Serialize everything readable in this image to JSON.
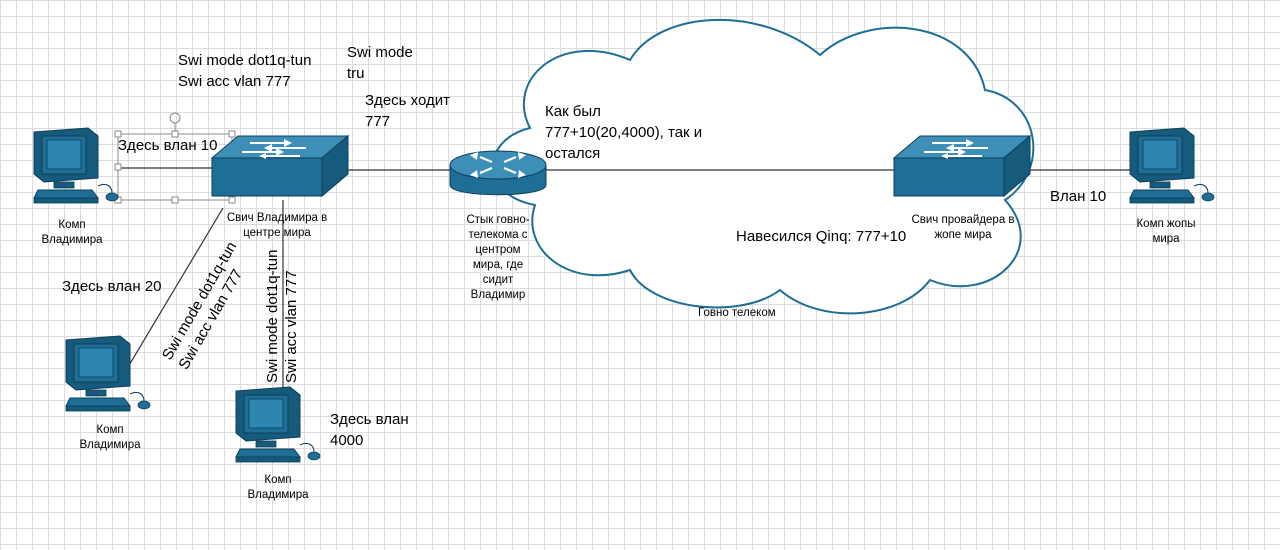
{
  "colors": {
    "device_body": "#1e6e95",
    "device_top": "#3d8fb7",
    "device_side": "#165a7c",
    "device_outline": "#0c3f5a",
    "link": "#333333",
    "cloud_stroke": "#1e6e95",
    "grid": "#dcdcdc"
  },
  "icons": {
    "pc": "computer-icon",
    "switch": "switch-icon",
    "router": "router-icon",
    "cloud": "cloud-icon"
  },
  "labels": {
    "cfg_top": "Swi mode dot1q-tun\nSwi acc vlan 777",
    "trunk_cfg": "Swi mode\ntru",
    "trunk_vlan": "Здесь ходит\n777",
    "vlan10_left": "Здесь влан 10",
    "vlan20": "Здесь влан 20",
    "vlan4000": "Здесь влан\n4000",
    "cfg_diag": "Swi mode dot1q-tun\nSwi acc vlan 777",
    "cfg_vert": "Swi mode dot1q-tun\nSwi acc vlan 777",
    "cloud_note": "Как был\n777+10(20,4000), так и\nостался",
    "qinq": "Навесился Qinq: 777+10",
    "vlan10_right": "Влан 10",
    "cloud_name": "Говно телеком"
  },
  "devices": {
    "pc_left": "Комп\nВладимира",
    "pc_mid": "Комп\nВладимира",
    "pc_bottom": "Комп\nВладимира",
    "switch_vlad": "Свич Владимира в\nцентре мира",
    "router": "Стык говно-\nтелекома с\nцентром\nмира, где\nсидит\nВладимир",
    "switch_prov": "Свич провайдера в\nжопе мира",
    "pc_right": "Комп жопы\nмира"
  }
}
